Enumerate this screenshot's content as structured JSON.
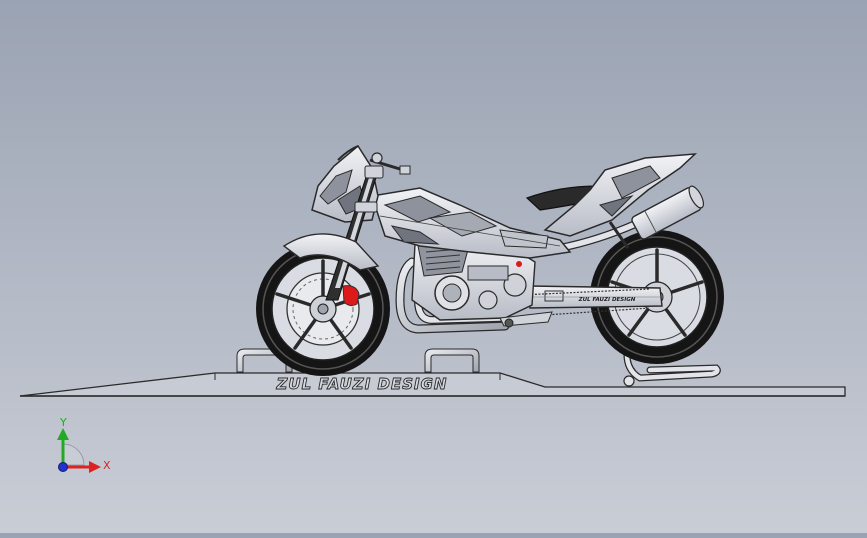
{
  "scene": {
    "platform_label": "ZUL FAUZI DESIGN",
    "swingarm_label": "ZUL FAUZI DESIGN"
  },
  "triad": {
    "y_label": "Y",
    "x_label": "X",
    "y_color": "#22aa22",
    "x_color": "#dd2222",
    "z_color": "#2233cc"
  },
  "colors": {
    "background_top": "#9aa3b3",
    "background_bottom": "#c9cdd6",
    "accent_red": "#dd1a1a"
  }
}
